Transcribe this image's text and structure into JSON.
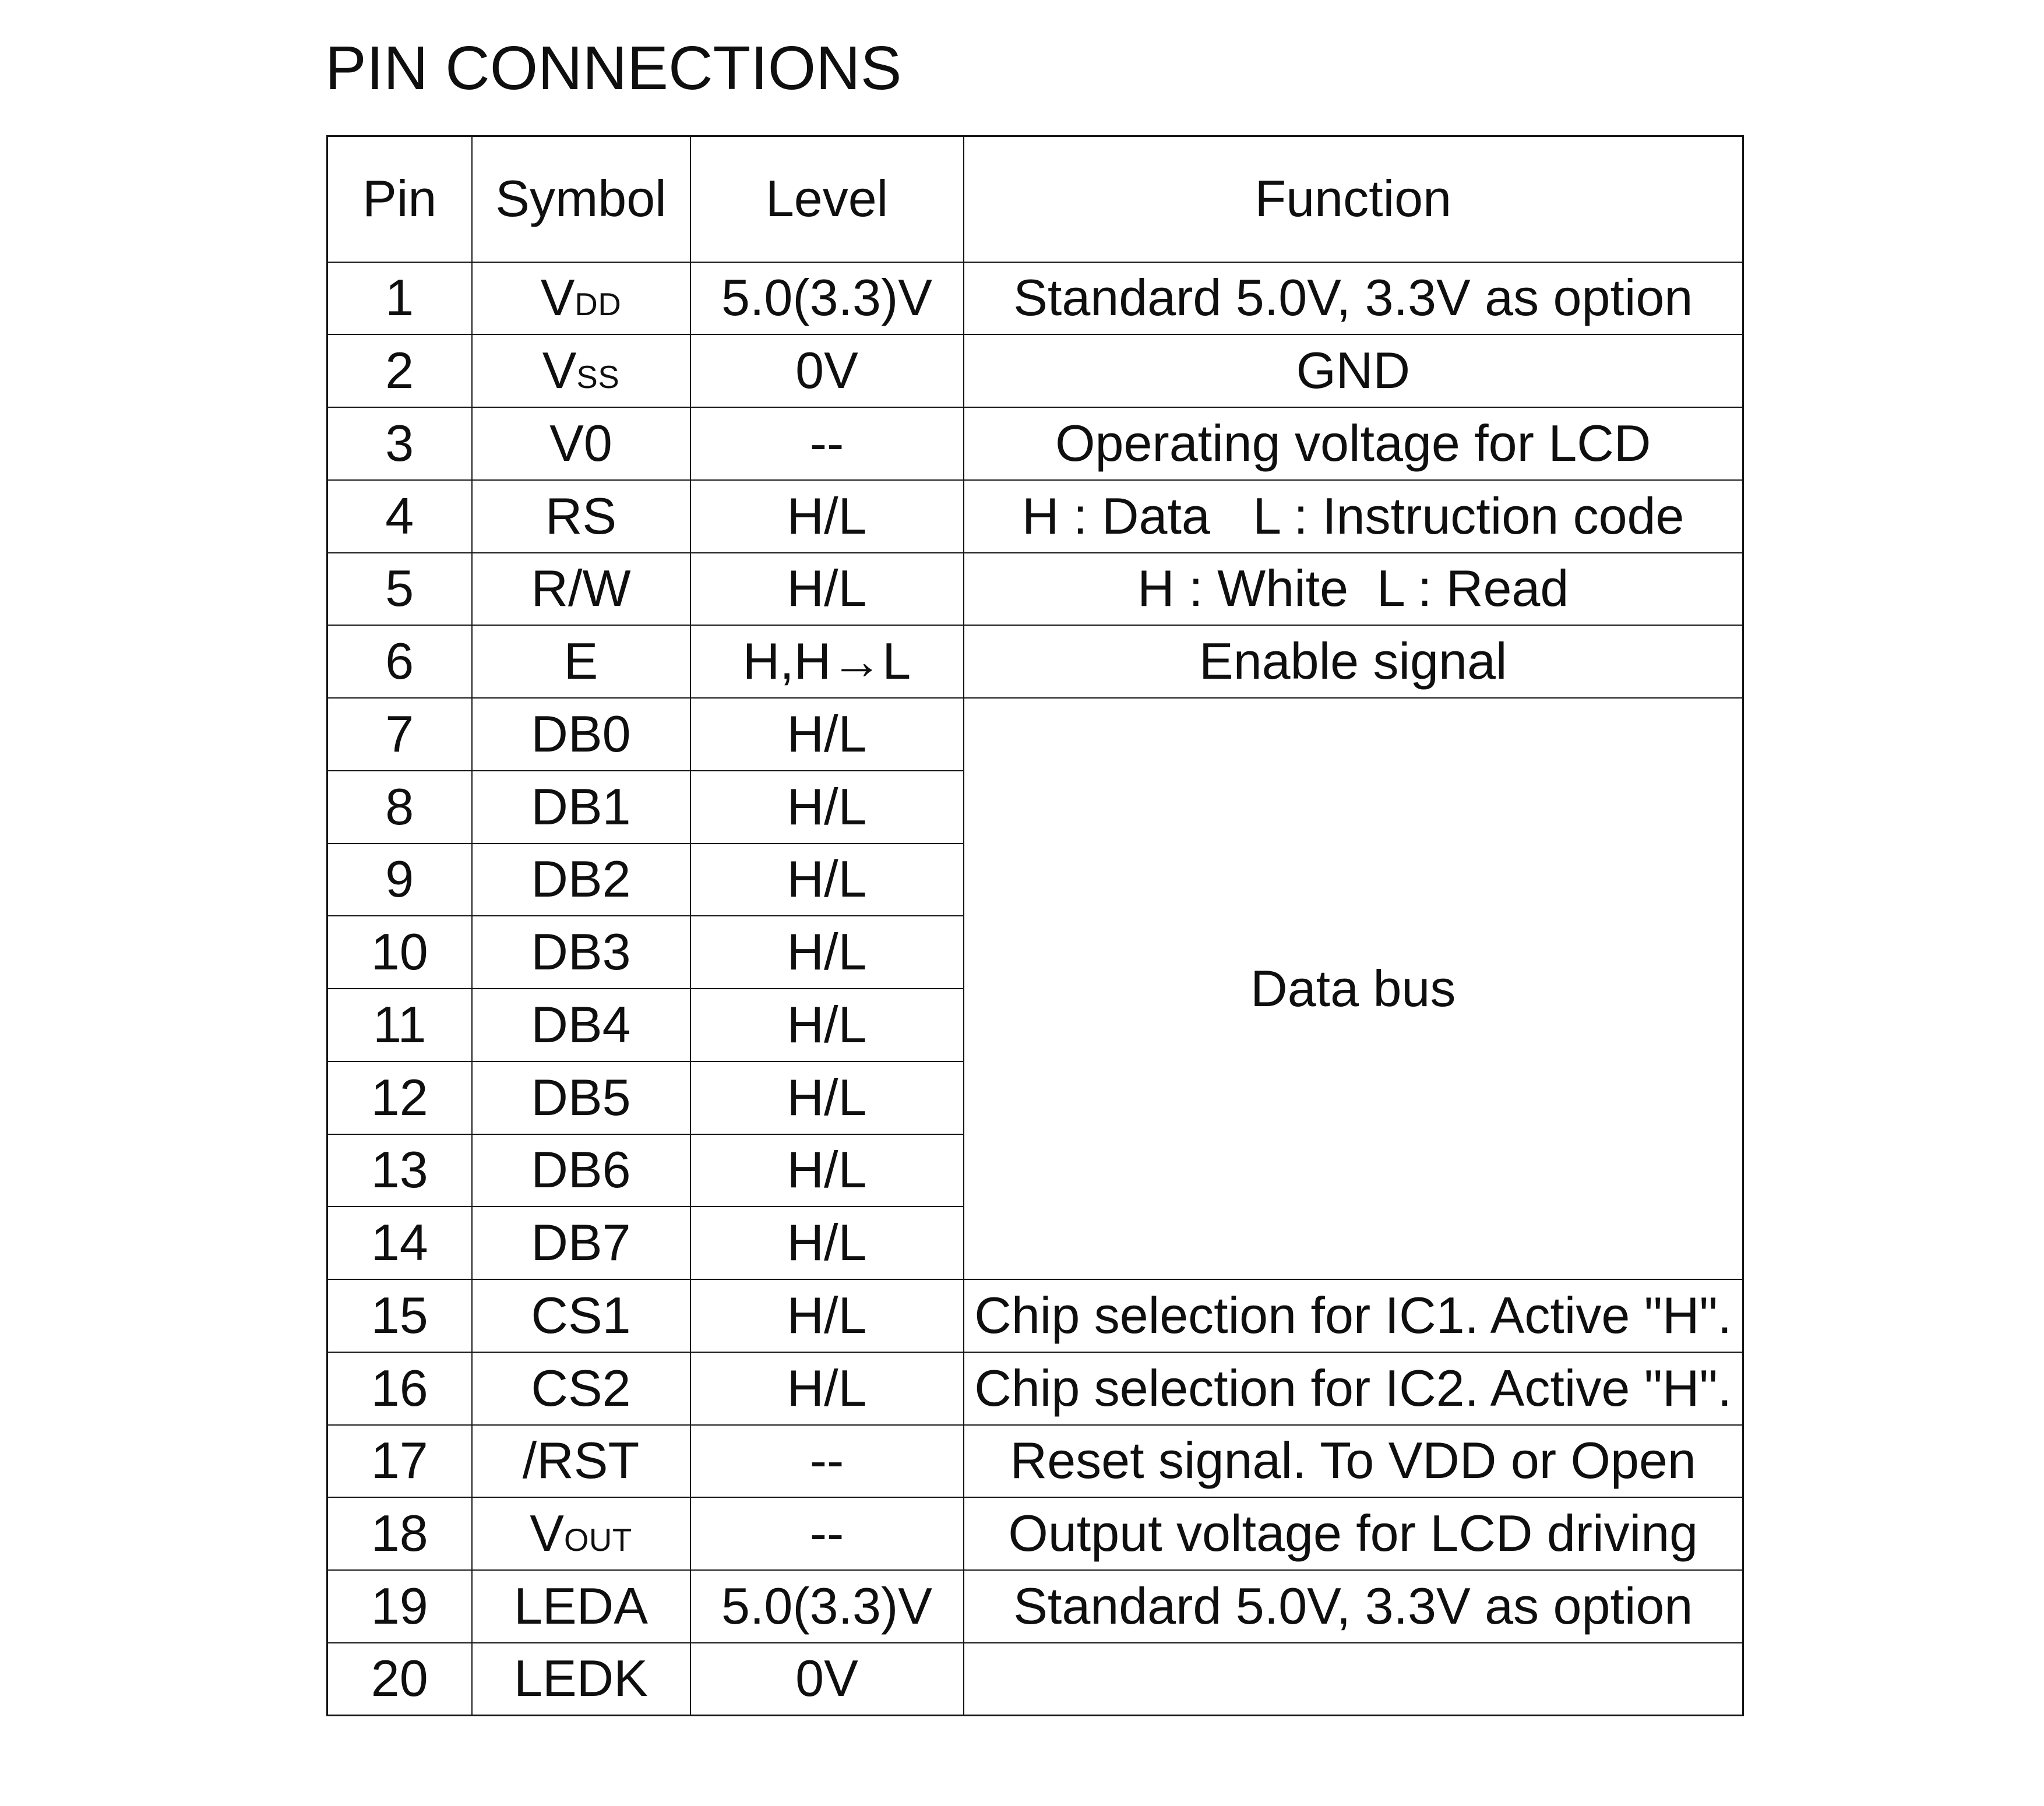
{
  "title": "PIN CONNECTIONS",
  "table": {
    "headers": {
      "pin": "Pin",
      "symbol": "Symbol",
      "level": "Level",
      "function": "Function"
    },
    "merged_function": "Data bus",
    "rows": [
      {
        "pin": "1",
        "symbol": "V",
        "symbol_sub": "DD",
        "level": "5.0(3.3)V",
        "function": "Standard 5.0V, 3.3V as option"
      },
      {
        "pin": "2",
        "symbol": "V",
        "symbol_sub": "SS",
        "level": "0V",
        "function": "GND"
      },
      {
        "pin": "3",
        "symbol": "V0",
        "level": "--",
        "function": "Operating voltage for LCD"
      },
      {
        "pin": "4",
        "symbol": "RS",
        "level": "H/L",
        "function": "H : Data   L : Instruction code"
      },
      {
        "pin": "5",
        "symbol": "R/W",
        "level": "H/L",
        "function": "H : White  L : Read"
      },
      {
        "pin": "6",
        "symbol": "E",
        "level": "H,H→L",
        "function": "Enable signal"
      },
      {
        "pin": "7",
        "symbol": "DB0",
        "level": "H/L"
      },
      {
        "pin": "8",
        "symbol": "DB1",
        "level": "H/L"
      },
      {
        "pin": "9",
        "symbol": "DB2",
        "level": "H/L"
      },
      {
        "pin": "10",
        "symbol": "DB3",
        "level": "H/L"
      },
      {
        "pin": "11",
        "symbol": "DB4",
        "level": "H/L"
      },
      {
        "pin": "12",
        "symbol": "DB5",
        "level": "H/L"
      },
      {
        "pin": "13",
        "symbol": "DB6",
        "level": "H/L"
      },
      {
        "pin": "14",
        "symbol": "DB7",
        "level": "H/L"
      },
      {
        "pin": "15",
        "symbol": "CS1",
        "level": "H/L",
        "function": "Chip selection for IC1. Active \"H\"."
      },
      {
        "pin": "16",
        "symbol": "CS2",
        "level": "H/L",
        "function": "Chip selection for IC2. Active \"H\"."
      },
      {
        "pin": "17",
        "symbol": "/RST",
        "level": "--",
        "function": "Reset signal. To VDD or Open"
      },
      {
        "pin": "18",
        "symbol": "V",
        "symbol_sub": "OUT",
        "level": "--",
        "function": "Output voltage for LCD driving"
      },
      {
        "pin": "19",
        "symbol": "LEDA",
        "level": "5.0(3.3)V",
        "function": "Standard 5.0V, 3.3V as option"
      },
      {
        "pin": "20",
        "symbol": "LEDK",
        "level": "0V",
        "function": ""
      }
    ]
  }
}
